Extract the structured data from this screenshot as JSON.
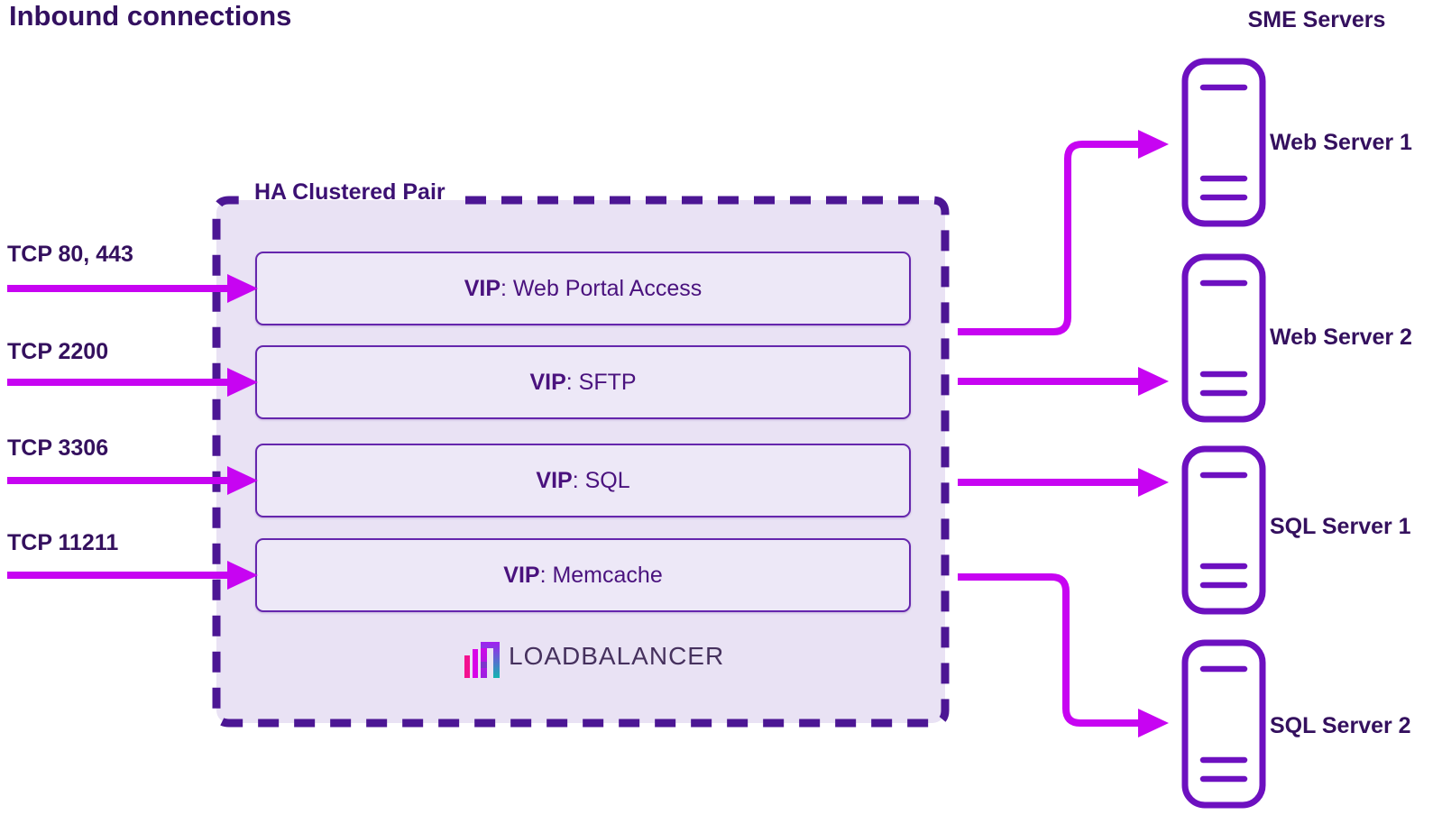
{
  "title": "Inbound connections",
  "inbound": {
    "items": [
      {
        "label": "TCP 80, 443"
      },
      {
        "label": "TCP 2200"
      },
      {
        "label": "TCP 3306"
      },
      {
        "label": "TCP 11211"
      }
    ]
  },
  "cluster": {
    "label": "HA Clustered Pair",
    "vips": [
      {
        "bold": "VIP",
        "rest": ": Web Portal Access"
      },
      {
        "bold": "VIP",
        "rest": ": SFTP"
      },
      {
        "bold": "VIP",
        "rest": ": SQL"
      },
      {
        "bold": "VIP",
        "rest": ": Memcache"
      }
    ],
    "logo_text": "LOADBALANCER"
  },
  "servers": {
    "group_label": "SME Servers",
    "items": [
      {
        "label": "Web Server 1"
      },
      {
        "label": "Web Server 2"
      },
      {
        "label": "SQL Server 1"
      },
      {
        "label": "SQL Server 2"
      }
    ]
  },
  "colors": {
    "arrow_magenta": "#c704f2",
    "dashed_border_purple": "#4c1694",
    "cluster_fill": "#e9e2f4",
    "vip_fill": "#ede8f7",
    "vip_border": "#6526ad",
    "server_border": "#6d10c0",
    "dark_text": "#34105e",
    "logo_pink": "#f3118f",
    "logo_magenta": "#d805e8",
    "logo_teal": "#12b5b0"
  }
}
